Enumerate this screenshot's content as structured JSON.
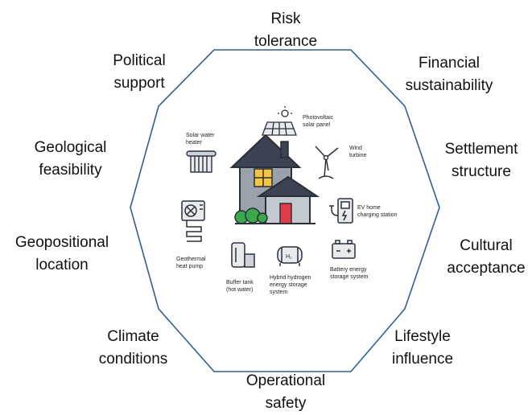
{
  "factors": {
    "risk_tolerance": [
      "Risk",
      "tolerance"
    ],
    "financial_sustainability": [
      "Financial",
      "sustainability"
    ],
    "settlement_structure": [
      "Settlement",
      "structure"
    ],
    "cultural_acceptance": [
      "Cultural",
      "acceptance"
    ],
    "lifestyle_influence": [
      "Lifestyle",
      "influence"
    ],
    "operational_safety": [
      "Operational",
      "safety"
    ],
    "climate_conditions": [
      "Climate",
      "conditions"
    ],
    "geopositional_location": [
      "Geopositional",
      "location"
    ],
    "geological_feasibility": [
      "Geological",
      "feasibility"
    ],
    "political_support": [
      "Political",
      "support"
    ]
  },
  "technologies": {
    "solar_water_heater": [
      "Solar water",
      "heater"
    ],
    "photovoltaic_panel": [
      "Photovoltaic",
      "solar panel"
    ],
    "wind_turbine": [
      "Wind",
      "turbine"
    ],
    "ev_charging": [
      "EV home",
      "charging station"
    ],
    "battery_storage": [
      "Battery energy",
      "storage system"
    ],
    "hydrogen_storage": [
      "Hybrid hydrogen",
      "energy storage",
      "system"
    ],
    "buffer_tank": [
      "Buffer tank",
      "(hot water)"
    ],
    "geothermal_heat_pump": [
      "Geothermal",
      "heat pump"
    ]
  },
  "colors": {
    "decagon_border": "#2f5f8e",
    "house_body": "#9aa3ad",
    "house_roof": "#3b4350",
    "window": "#f5c542",
    "door": "#e23b4a",
    "bushes": "#3aa84a"
  }
}
